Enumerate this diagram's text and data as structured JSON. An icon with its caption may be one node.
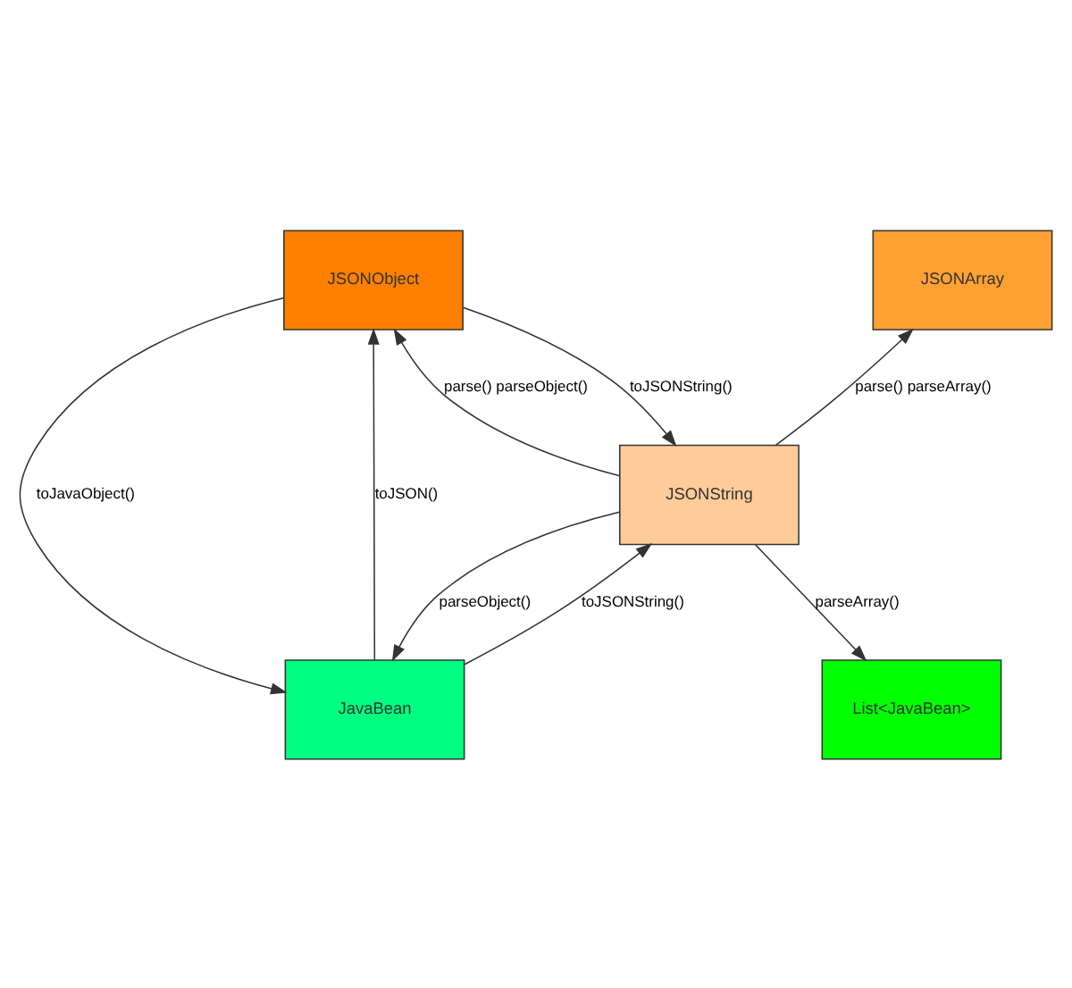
{
  "diagram": {
    "nodes": [
      {
        "text": [
          "JSONObject"
        ]
      },
      {
        "text": [
          "JSONArray"
        ]
      },
      {
        "text": [
          "JSONString"
        ]
      },
      {
        "text": [
          "JavaBean"
        ]
      },
      {
        "text": [
          "List<JavaBean>"
        ]
      }
    ],
    "edges": [
      {
        "from": 2,
        "to": 0,
        "arrow": "to",
        "label": "parse() parseObject()"
      },
      {
        "from": 2,
        "to": 1,
        "arrow": "to",
        "label": "parse() parseArray()"
      },
      {
        "from": 0,
        "to": 2,
        "arrow": "to",
        "label": "toJSONString()"
      },
      {
        "from": 0,
        "to": 3,
        "arrow": "to",
        "label": "toJavaObject()"
      },
      {
        "from": 3,
        "to": 0,
        "arrow": "to",
        "label": "toJSON()"
      },
      {
        "from": 3,
        "to": 2,
        "arrow": "to",
        "label": "toJSONString()"
      },
      {
        "from": 2,
        "to": 3,
        "arrow": "to",
        "label": "parseObject()"
      },
      {
        "from": 2,
        "to": 4,
        "arrow": "to",
        "label": "parseArray()"
      }
    ]
  }
}
